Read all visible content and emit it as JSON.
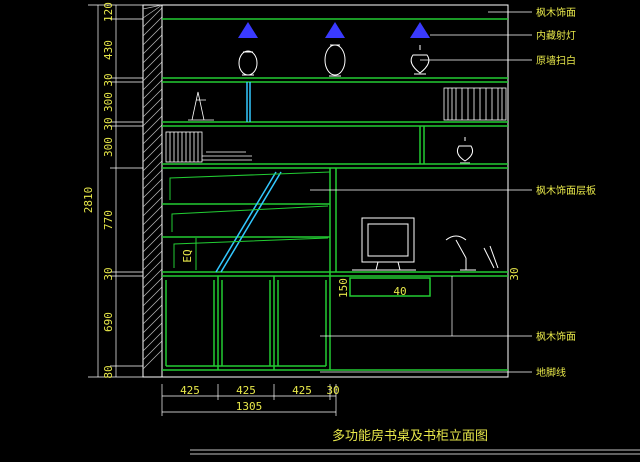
{
  "title": "多功能房书桌及书柜立面图",
  "overall_height": "2810",
  "vertical_dims": [
    "120",
    "430",
    "30",
    "300",
    "30",
    "300",
    "770",
    "30",
    "690",
    "80"
  ],
  "horizontal_dims": [
    "425",
    "425",
    "425",
    "30"
  ],
  "overall_width": "1305",
  "inner_dims": {
    "shelf_height": "EQ",
    "desk_gap": "150",
    "drawer": "40",
    "right_30": "30"
  },
  "callouts": [
    "枫木饰面",
    "内藏射灯",
    "原墙扫白",
    "枫木饰面层板",
    "枫木饰面",
    "地脚线"
  ],
  "colors": {
    "background": "#000000",
    "dim_text": "#e8e84a",
    "shelf": "#22cc33",
    "glass": "#33c8ff",
    "light": "#3a3aff",
    "outline": "#ffffff"
  }
}
